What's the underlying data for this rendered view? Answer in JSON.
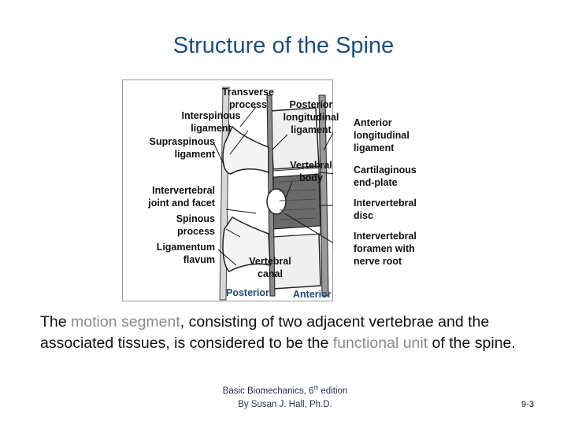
{
  "slide": {
    "title": "Structure of the Spine",
    "number": "9-3"
  },
  "diagram": {
    "labels": {
      "transverse_process": "Transverse\nprocess",
      "posterior_longitudinal": "Posterior\nlongitudinal\nligament",
      "interspinous": "Interspinous\nligament",
      "supraspinous": "Supraspinous\nligament",
      "vertebral_body": "Vertebral\nbody",
      "intervertebral_joint": "Intervertebral\njoint and facet",
      "spinous_process": "Spinous\nprocess",
      "ligamentum_flavum": "Ligamentum\nflavum",
      "vertebral_canal": "Vertebral\ncanal",
      "posterior": "Posterior",
      "anterior_dir": "Anterior",
      "anterior_longitudinal": "Anterior\nlongitudinal\nligament",
      "cartilaginous": "Cartilaginous\nend-plate",
      "intervertebral_disc": "Intervertebral\ndisc",
      "intervertebral_foramen": "Intervertebral\nforamen with\nnerve root"
    }
  },
  "body": {
    "part1": "The ",
    "highlight1": "motion segment",
    "part2": ", consisting of two adjacent vertebrae and the associated tissues, is considered to be the ",
    "highlight2": "functional unit",
    "part3": " of the spine."
  },
  "credit": {
    "line1_prefix": "Basic Biomechanics, 6",
    "line1_sup": "th",
    "line1_suffix": " edition",
    "line2": "By Susan J. Hall, Ph.D."
  }
}
